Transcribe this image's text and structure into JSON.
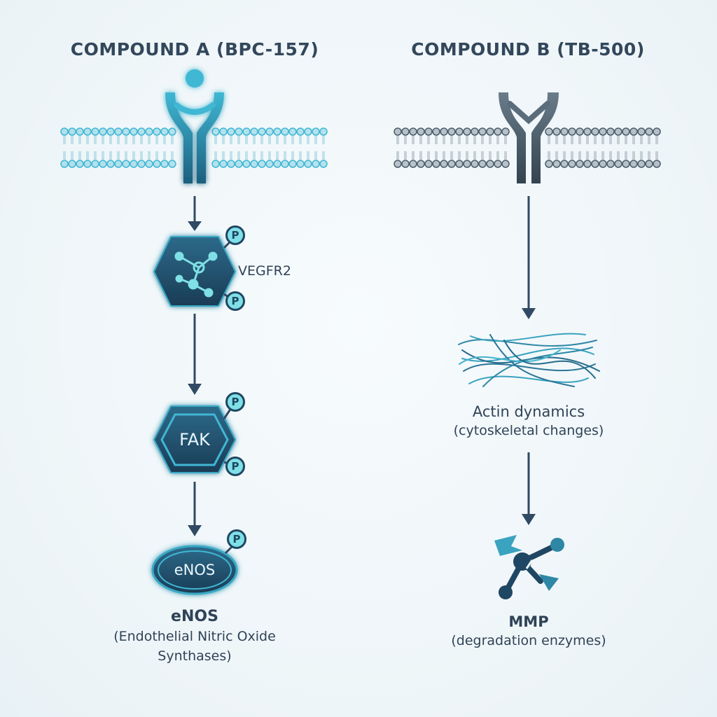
{
  "left": {
    "title": "COMPOUND A (BPC-157)",
    "vegfr2_label": "VEGFR2",
    "fak_label": "FAK",
    "enos_node": "eNOS",
    "enos_title": "eNOS",
    "enos_desc_line1": "(Endothelial Nitric Oxide",
    "enos_desc_line2": "Synthases)",
    "phospho": "P"
  },
  "right": {
    "title": "COMPOUND B (TB-500)",
    "actin_title": "Actin dynamics",
    "actin_desc": "(cytoskeletal changes)",
    "mmp_title": "MMP",
    "mmp_desc": "(degradation enzymes)"
  },
  "colors": {
    "left_accent": "#3fb7d3",
    "node_dark": "#1f4763",
    "right_accent": "#4b5d6c",
    "phospho_fill": "#7fe0e6"
  }
}
